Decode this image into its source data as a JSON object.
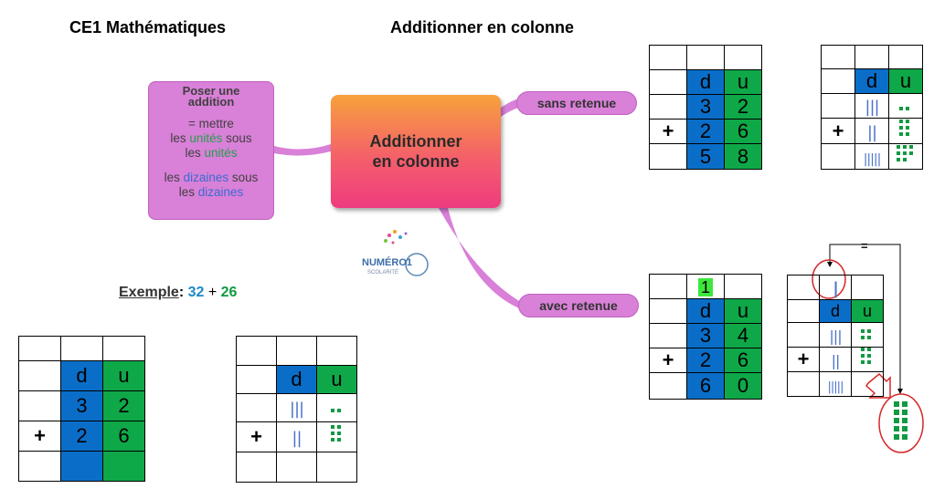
{
  "header": {
    "left_title": "CE1 Mathématiques",
    "center_title": "Additionner en colonne"
  },
  "mindmap": {
    "central": {
      "line1": "Additionner",
      "line2": "en colonne"
    },
    "note": {
      "title1": "Poser une",
      "title2": "addition",
      "l1": "= mettre",
      "l2a": "les ",
      "l2b": "unités",
      "l2c": " sous",
      "l3a": "les ",
      "l3b": "unités",
      "l4a": "les ",
      "l4b": "dizaines",
      "l4c": " sous",
      "l5a": "les ",
      "l5b": "dizaines"
    },
    "branch_top": "sans retenue",
    "branch_bottom": "avec retenue"
  },
  "logo": {
    "text": "NUMÉRO1",
    "sub": "SCOLARITÉ"
  },
  "example": {
    "label": "Exemple",
    "colon": ": ",
    "a": "32",
    "plus": " + ",
    "b": "26"
  },
  "tables": {
    "d": "d",
    "u": "u",
    "plus": "+",
    "ex_num": {
      "r1": [
        "3",
        "2"
      ],
      "r2": [
        "2",
        "6"
      ]
    },
    "sans_num": {
      "r1": [
        "3",
        "2"
      ],
      "r2": [
        "2",
        "6"
      ],
      "res": [
        "5",
        "8"
      ]
    },
    "avec_num": {
      "carry": "1",
      "r1": [
        "3",
        "4"
      ],
      "r2": [
        "2",
        "6"
      ],
      "res": [
        "6",
        "0"
      ]
    },
    "equal": "="
  },
  "colors": {
    "blue": "#0a6ec8",
    "green": "#0fa848",
    "pink": "#d980d8",
    "red": "#d62828"
  }
}
